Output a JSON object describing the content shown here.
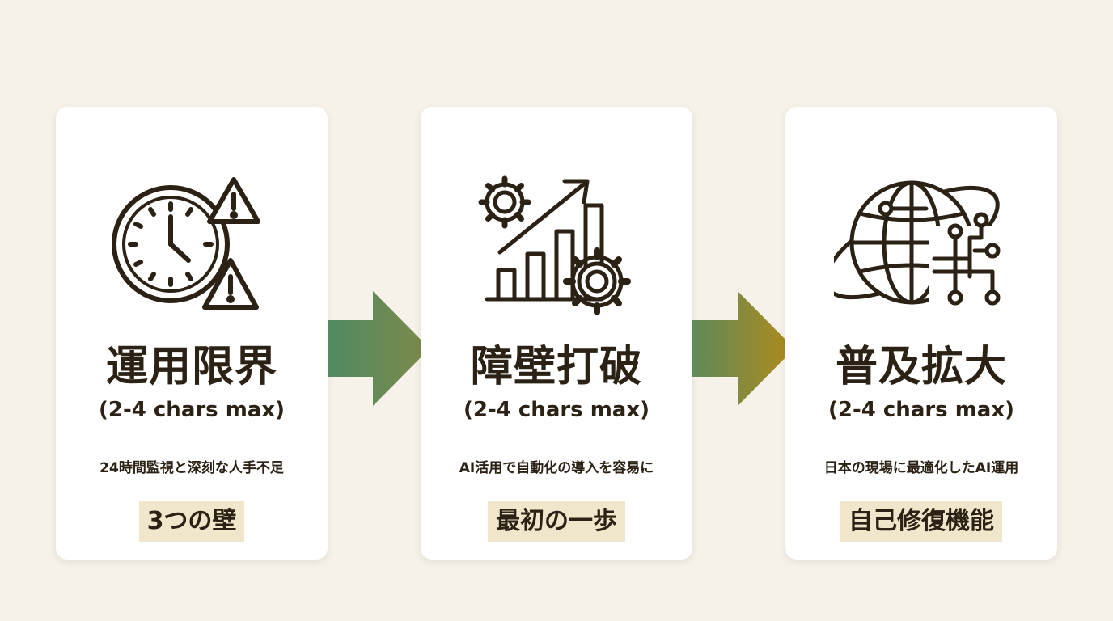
{
  "cards": [
    {
      "title": "運用限界",
      "note": "(2-4 chars max)",
      "description": "24時間監視と深刻な人手不足",
      "tag": "3つの壁",
      "icon": "clock-warning-icon"
    },
    {
      "title": "障壁打破",
      "note": "(2-4 chars max)",
      "description": "AI活用で自動化の導入を容易に",
      "tag": "最初の一歩",
      "icon": "growth-chart-gears-icon"
    },
    {
      "title": "普及拡大",
      "note": "(2-4 chars max)",
      "description": "日本の現場に最適化したAI運用",
      "tag": "自己修復機能",
      "icon": "globe-network-icon"
    }
  ],
  "colors": {
    "background": "#f6f2ea",
    "card": "#ffffff",
    "text": "#2b2114",
    "tag_background": "#efe6cc",
    "arrow_green": "#4f8a63",
    "arrow_olive": "#8f8a3a",
    "arrow_gold": "#b08a1c"
  }
}
